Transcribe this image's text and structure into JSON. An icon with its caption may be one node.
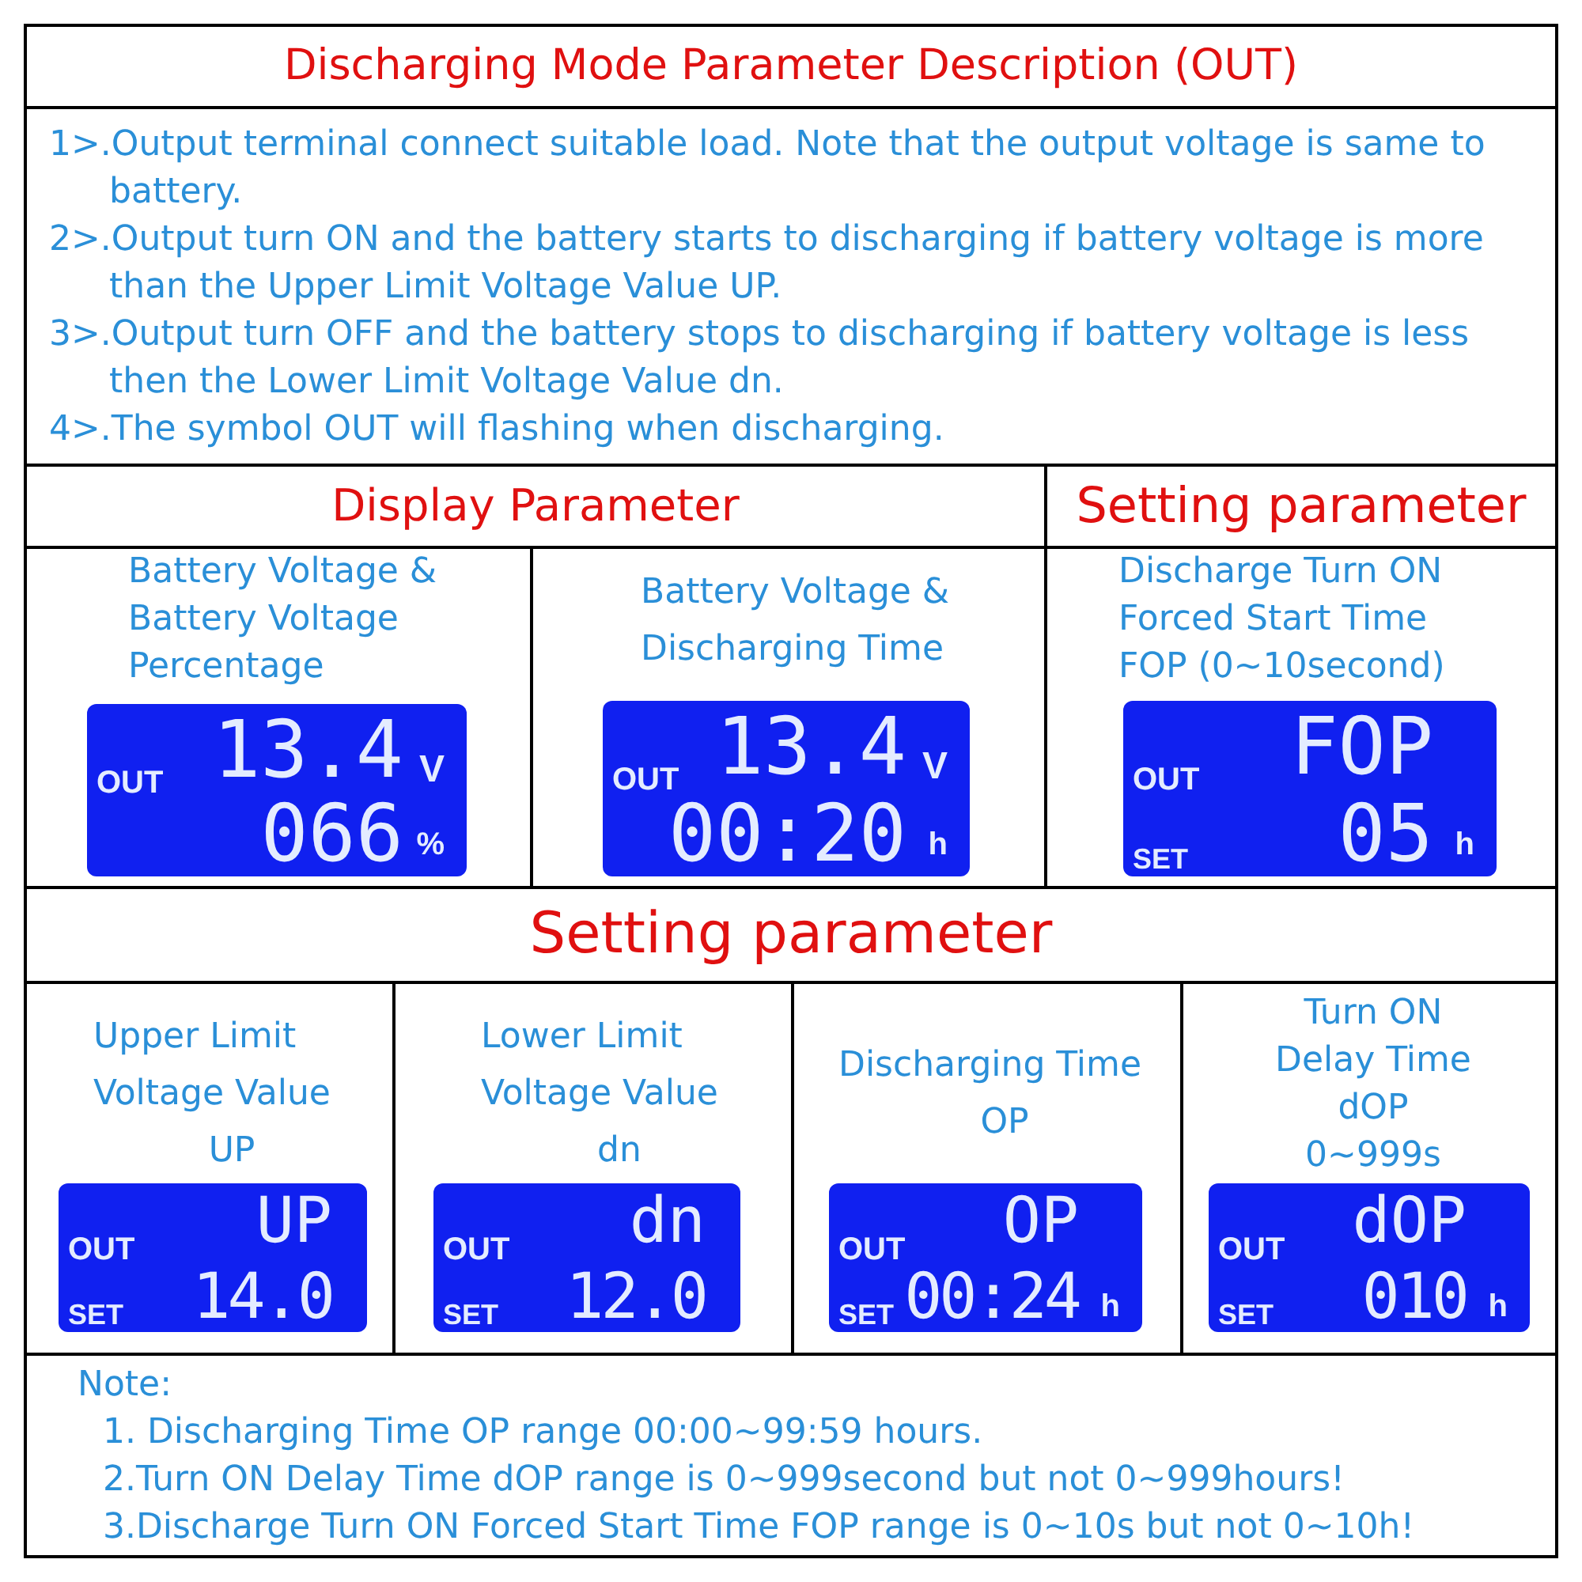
{
  "diagram": {
    "nodes": [
      {
        "text": [
          "Discharging Mode Parameter Description (OUT)"
        ]
      },
      {
        "text": [
          "1>.Output terminal connect suitable load. Note that the output voltage is same to battery.",
          "2>.Output turn ON and the battery starts to discharging if battery voltage is more than the Upper Limit Voltage Value UP.",
          "3>.Output turn OFF and the battery stops to discharging if battery voltage is less then the Lower Limit Voltage Value dn.",
          "4>.The symbol OUT will flashing when discharging."
        ]
      },
      {
        "text": [
          "Display Parameter"
        ]
      },
      {
        "text": [
          "Setting parameter"
        ]
      },
      {
        "text": [
          "Battery Voltage & Battery Voltage Percentage"
        ]
      },
      {
        "text": [
          "13.4",
          "V",
          "OUT",
          "066",
          "%"
        ],
        "in": 4
      },
      {
        "text": [
          "Battery Voltage & Discharging Time"
        ]
      },
      {
        "text": [
          "13.4",
          "V",
          "OUT",
          "00:20",
          "h"
        ],
        "in": 6
      },
      {
        "text": [
          "Discharge Turn ON Forced Start Time FOP (0~10second)"
        ]
      },
      {
        "text": [
          "FOP",
          "OUT",
          "SET",
          "05",
          "h"
        ],
        "in": 8
      },
      {
        "text": [
          "Setting parameter"
        ]
      },
      {
        "text": [
          "Upper Limit Voltage Value",
          "UP"
        ]
      },
      {
        "text": [
          "UP",
          "OUT",
          "SET",
          "14.0"
        ],
        "in": 11
      },
      {
        "text": [
          "Lower Limit Voltage Value",
          "dn"
        ]
      },
      {
        "text": [
          "dn",
          "OUT",
          "SET",
          "12.0"
        ],
        "in": 13
      },
      {
        "text": [
          "Discharging Time",
          "OP"
        ]
      },
      {
        "text": [
          "OP",
          "OUT",
          "SET",
          "00:24",
          "h"
        ],
        "in": 15
      },
      {
        "text": [
          "Turn ON Delay Time",
          "dOP",
          "0~999s"
        ]
      },
      {
        "text": [
          "dOP",
          "OUT",
          "SET",
          "010",
          "h"
        ],
        "in": 17
      },
      {
        "text": [
          "Note:",
          "1. Discharging Time OP range 00:00~99:59 hours.",
          "2.Turn ON Delay Time dOP range is 0~999second but not 0~999hours!",
          "3.Discharge Turn ON Forced Start Time FOP range is 0~10s but not 0~10h!"
        ]
      }
    ]
  }
}
